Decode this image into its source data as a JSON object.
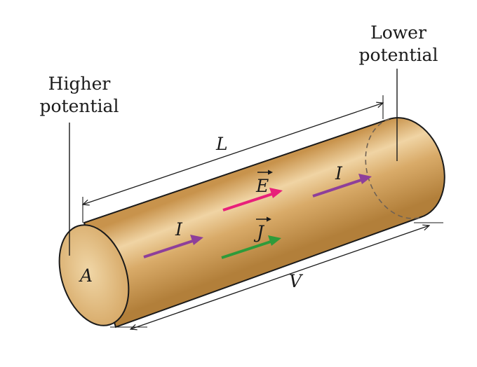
{
  "labels": {
    "higher_line1": "Higher",
    "higher_line2": "potential",
    "lower_line1": "Lower",
    "lower_line2": "potential",
    "length": "L",
    "voltage": "V",
    "area": "A",
    "current": "I",
    "field": "E",
    "density": "J"
  },
  "colors": {
    "body_light": "#f1d6a8",
    "body_mid": "#d9ac6a",
    "body_dark": "#b3813b",
    "end_cap": "#e7c78f",
    "current_arrow": "#8e3f9a",
    "field_arrow": "#e8207a",
    "density_arrow": "#2e9b3a",
    "outline": "#1a1a1a"
  }
}
